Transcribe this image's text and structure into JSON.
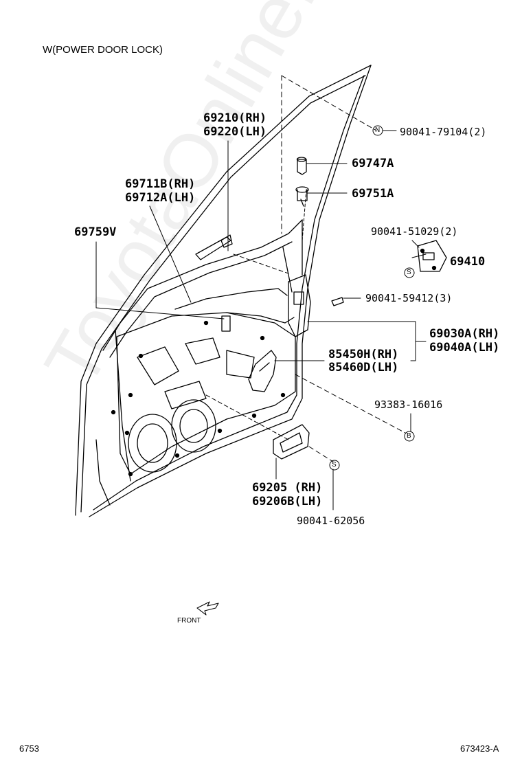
{
  "header": {
    "title": "W(POWER DOOR LOCK)"
  },
  "labels": {
    "p69210": "69210(RH)",
    "p69220": "69220(LH)",
    "p69711": "69711B(RH)",
    "p69712": "69712A(LH)",
    "p69759": "69759V",
    "p69747": "69747A",
    "p69751": "69751A",
    "bolt_79104": "90041-79104(2)",
    "bolt_51029": "90041-51029(2)",
    "p69410": "69410",
    "bolt_59412": "90041-59412(3)",
    "p69030": "69030A(RH)",
    "p69040": "69040A(LH)",
    "p85450": "85450H(RH)",
    "p85460": "85460D(LH)",
    "p93383": "93383-16016",
    "p69205": "69205 (RH)",
    "p69206": "69206B(LH)",
    "bolt_62056": "90041-62056"
  },
  "markers": {
    "n": "N",
    "s1": "S",
    "s2": "S",
    "b": "B"
  },
  "front_label": "FRONT",
  "footer": {
    "left": "6753",
    "right": "673423-A"
  },
  "watermark": "ToyotaOnline.ru"
}
